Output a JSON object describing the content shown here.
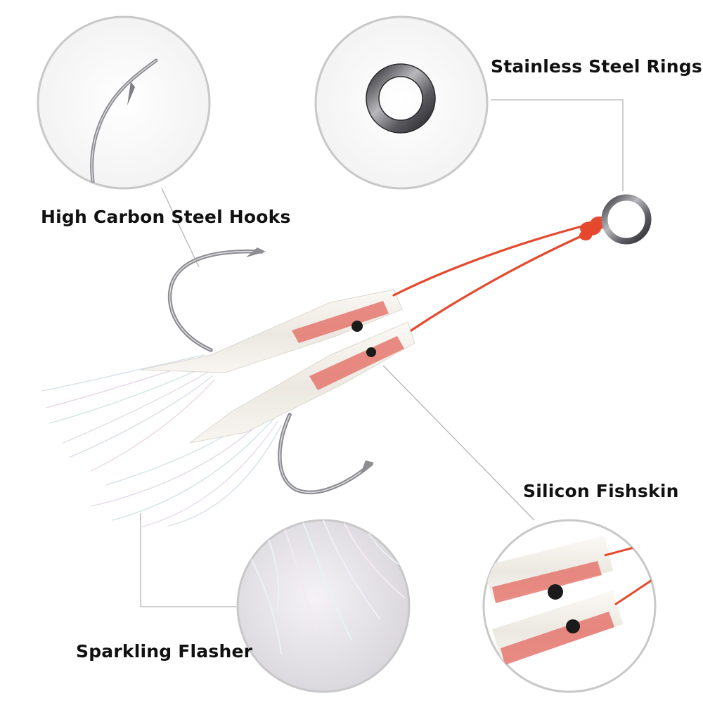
{
  "callouts": {
    "rings": {
      "label": "Stainless Steel Rings"
    },
    "hooks": {
      "label": "High Carbon Steel Hooks"
    },
    "skin": {
      "label": "Silicon Fishskin"
    },
    "flasher": {
      "label": "Sparkling Flasher"
    }
  },
  "colors": {
    "background": "#ffffff",
    "circle_border": "#c8c8c8",
    "leader_line": "#b5b5b5",
    "steel": "#8f8f94",
    "cord": "#e5482d",
    "skin": "#f2efea",
    "skin_core": "#e3675d",
    "eye": "#1a1a1a",
    "text": "#111111"
  }
}
